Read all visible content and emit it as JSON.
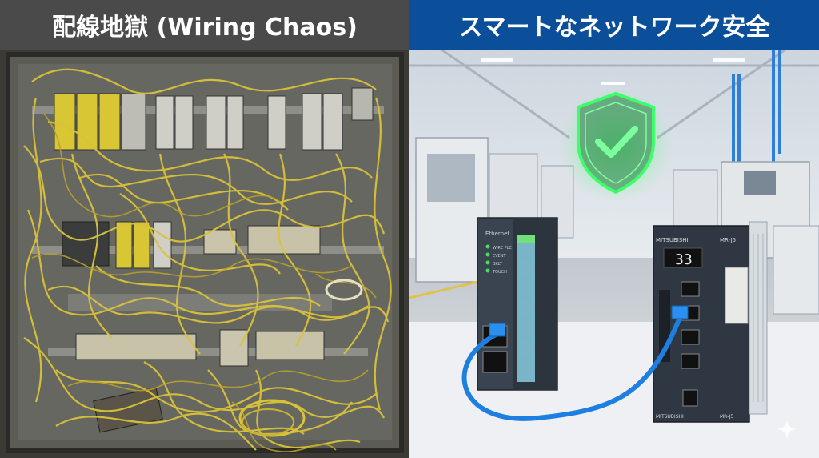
{
  "left": {
    "title": "配線地獄 (Wiring Chaos)",
    "scene_icon": "tangled-wiring-cabinet-image"
  },
  "right": {
    "title": "スマートなネットワーク安全",
    "scene_icon": "factory-network-modules-image",
    "shield_icon": "shield-check-icon",
    "module_left": {
      "label": "Ethernet",
      "leds": [
        "WIRE PLC",
        "EVENT",
        "BKLT",
        "TOUCH"
      ]
    },
    "module_right": {
      "brand": "MITSUBISHI",
      "model": "MR-J5",
      "display": "33",
      "brand_bottom": "MITSUBISHI",
      "model_bottom": "MR-J5"
    }
  },
  "colors": {
    "left_title_bg": "#4a4a4a",
    "right_title_bg": "#0b4f9a",
    "shield_green": "#3dff6a",
    "cable_blue": "#1f7fe0",
    "wire_yellow": "#d9c23a"
  },
  "watermark_icon": "sparkle-icon"
}
